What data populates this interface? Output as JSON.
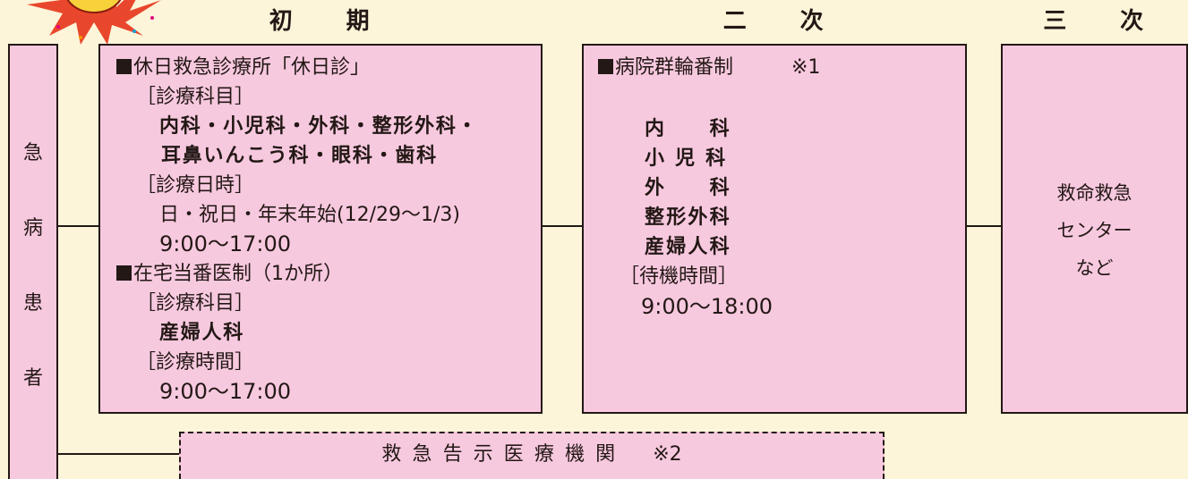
{
  "headers": {
    "primary": "初　　期",
    "secondary": "二　　次",
    "tertiary": "三　　次"
  },
  "patient": {
    "chars": [
      "急",
      "病",
      "患",
      "者"
    ]
  },
  "primary_box": {
    "holiday_title": "休日救急診療所「休日診」",
    "dept_label": "［診療科目］",
    "dept_line1": "内科・小児科・外科・整形外科・",
    "dept_line2": "耳鼻いんこう科・眼科・歯科",
    "date_label": "［診療日時］",
    "date_line": "日・祝日・年末年始(12/29〜1/3)",
    "time_line": "9:00〜17:00",
    "home_title": "在宅当番医制（1か所）",
    "home_dept_label": "［診療科目］",
    "home_dept": "産婦人科",
    "home_time_label": "［診療時間］",
    "home_time": "9:00〜17:00"
  },
  "secondary_box": {
    "title": "病院群輪番制",
    "note": "※1",
    "depts": [
      "内　　科",
      "小 児 科",
      "外　　科",
      "整形外科",
      "産婦人科"
    ],
    "wait_label": "［待機時間］",
    "wait_time": "9:00〜18:00"
  },
  "tertiary_box": {
    "lines": [
      "救命救急",
      "センター",
      "など"
    ]
  },
  "notice_box": {
    "label": "救急告示医療機関",
    "note": "※2"
  }
}
